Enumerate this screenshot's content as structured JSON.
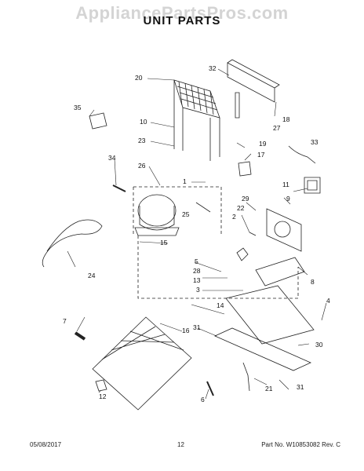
{
  "header": {
    "watermark": "AppliancePartsPros.com",
    "title": "UNIT PARTS"
  },
  "callouts": [
    "1",
    "2",
    "3",
    "4",
    "5",
    "6",
    "7",
    "8",
    "9",
    "10",
    "11",
    "12",
    "13",
    "14",
    "15",
    "16",
    "17",
    "18",
    "19",
    "20",
    "21",
    "22",
    "23",
    "24",
    "25",
    "26",
    "27",
    "28",
    "29",
    "30",
    "31",
    "31",
    "32",
    "33",
    "34",
    "35"
  ],
  "footer": {
    "date": "05/08/2017",
    "page": "12",
    "part_no": "Part No.  W10853082  Rev. C"
  }
}
